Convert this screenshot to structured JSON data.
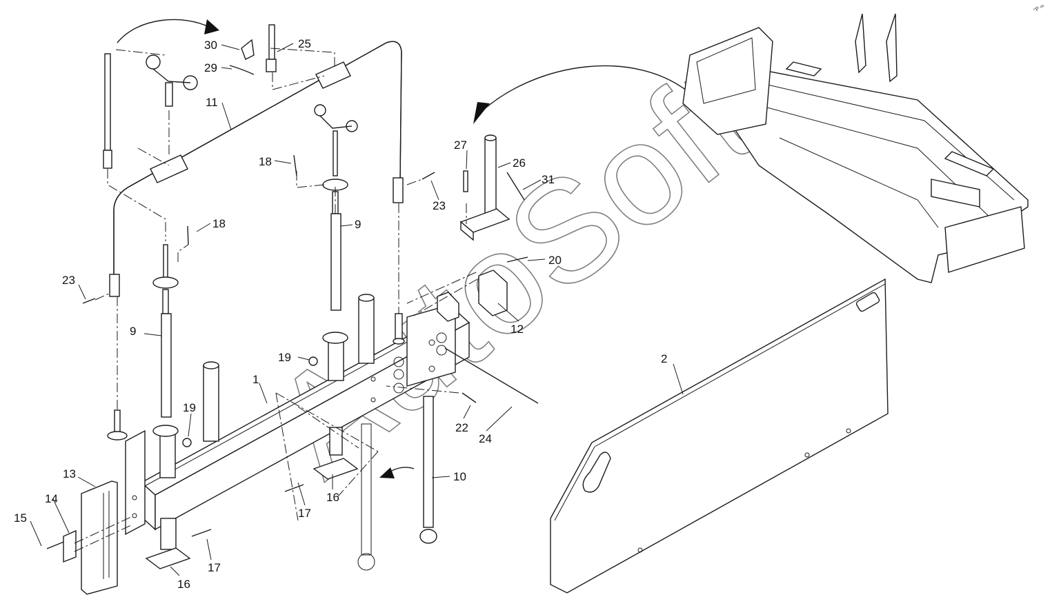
{
  "watermark": "AutoSoft",
  "corner_mark": "°P ∞",
  "parts": [
    {
      "id": "p1",
      "label": "1"
    },
    {
      "id": "p2",
      "label": "2"
    },
    {
      "id": "p9a",
      "label": "9"
    },
    {
      "id": "p9b",
      "label": "9"
    },
    {
      "id": "p10",
      "label": "10"
    },
    {
      "id": "p11",
      "label": "11"
    },
    {
      "id": "p12",
      "label": "12"
    },
    {
      "id": "p13",
      "label": "13"
    },
    {
      "id": "p14",
      "label": "14"
    },
    {
      "id": "p15",
      "label": "15"
    },
    {
      "id": "p16a",
      "label": "16"
    },
    {
      "id": "p16b",
      "label": "16"
    },
    {
      "id": "p17a",
      "label": "17"
    },
    {
      "id": "p17b",
      "label": "17"
    },
    {
      "id": "p18a",
      "label": "18"
    },
    {
      "id": "p18b",
      "label": "18"
    },
    {
      "id": "p19a",
      "label": "19"
    },
    {
      "id": "p19b",
      "label": "19"
    },
    {
      "id": "p20",
      "label": "20"
    },
    {
      "id": "p22",
      "label": "22"
    },
    {
      "id": "p23a",
      "label": "23"
    },
    {
      "id": "p23b",
      "label": "23"
    },
    {
      "id": "p24",
      "label": "24"
    },
    {
      "id": "p25",
      "label": "25"
    },
    {
      "id": "p26",
      "label": "26"
    },
    {
      "id": "p27",
      "label": "27"
    },
    {
      "id": "p29",
      "label": "29"
    },
    {
      "id": "p30",
      "label": "30"
    },
    {
      "id": "p31",
      "label": "31"
    }
  ]
}
